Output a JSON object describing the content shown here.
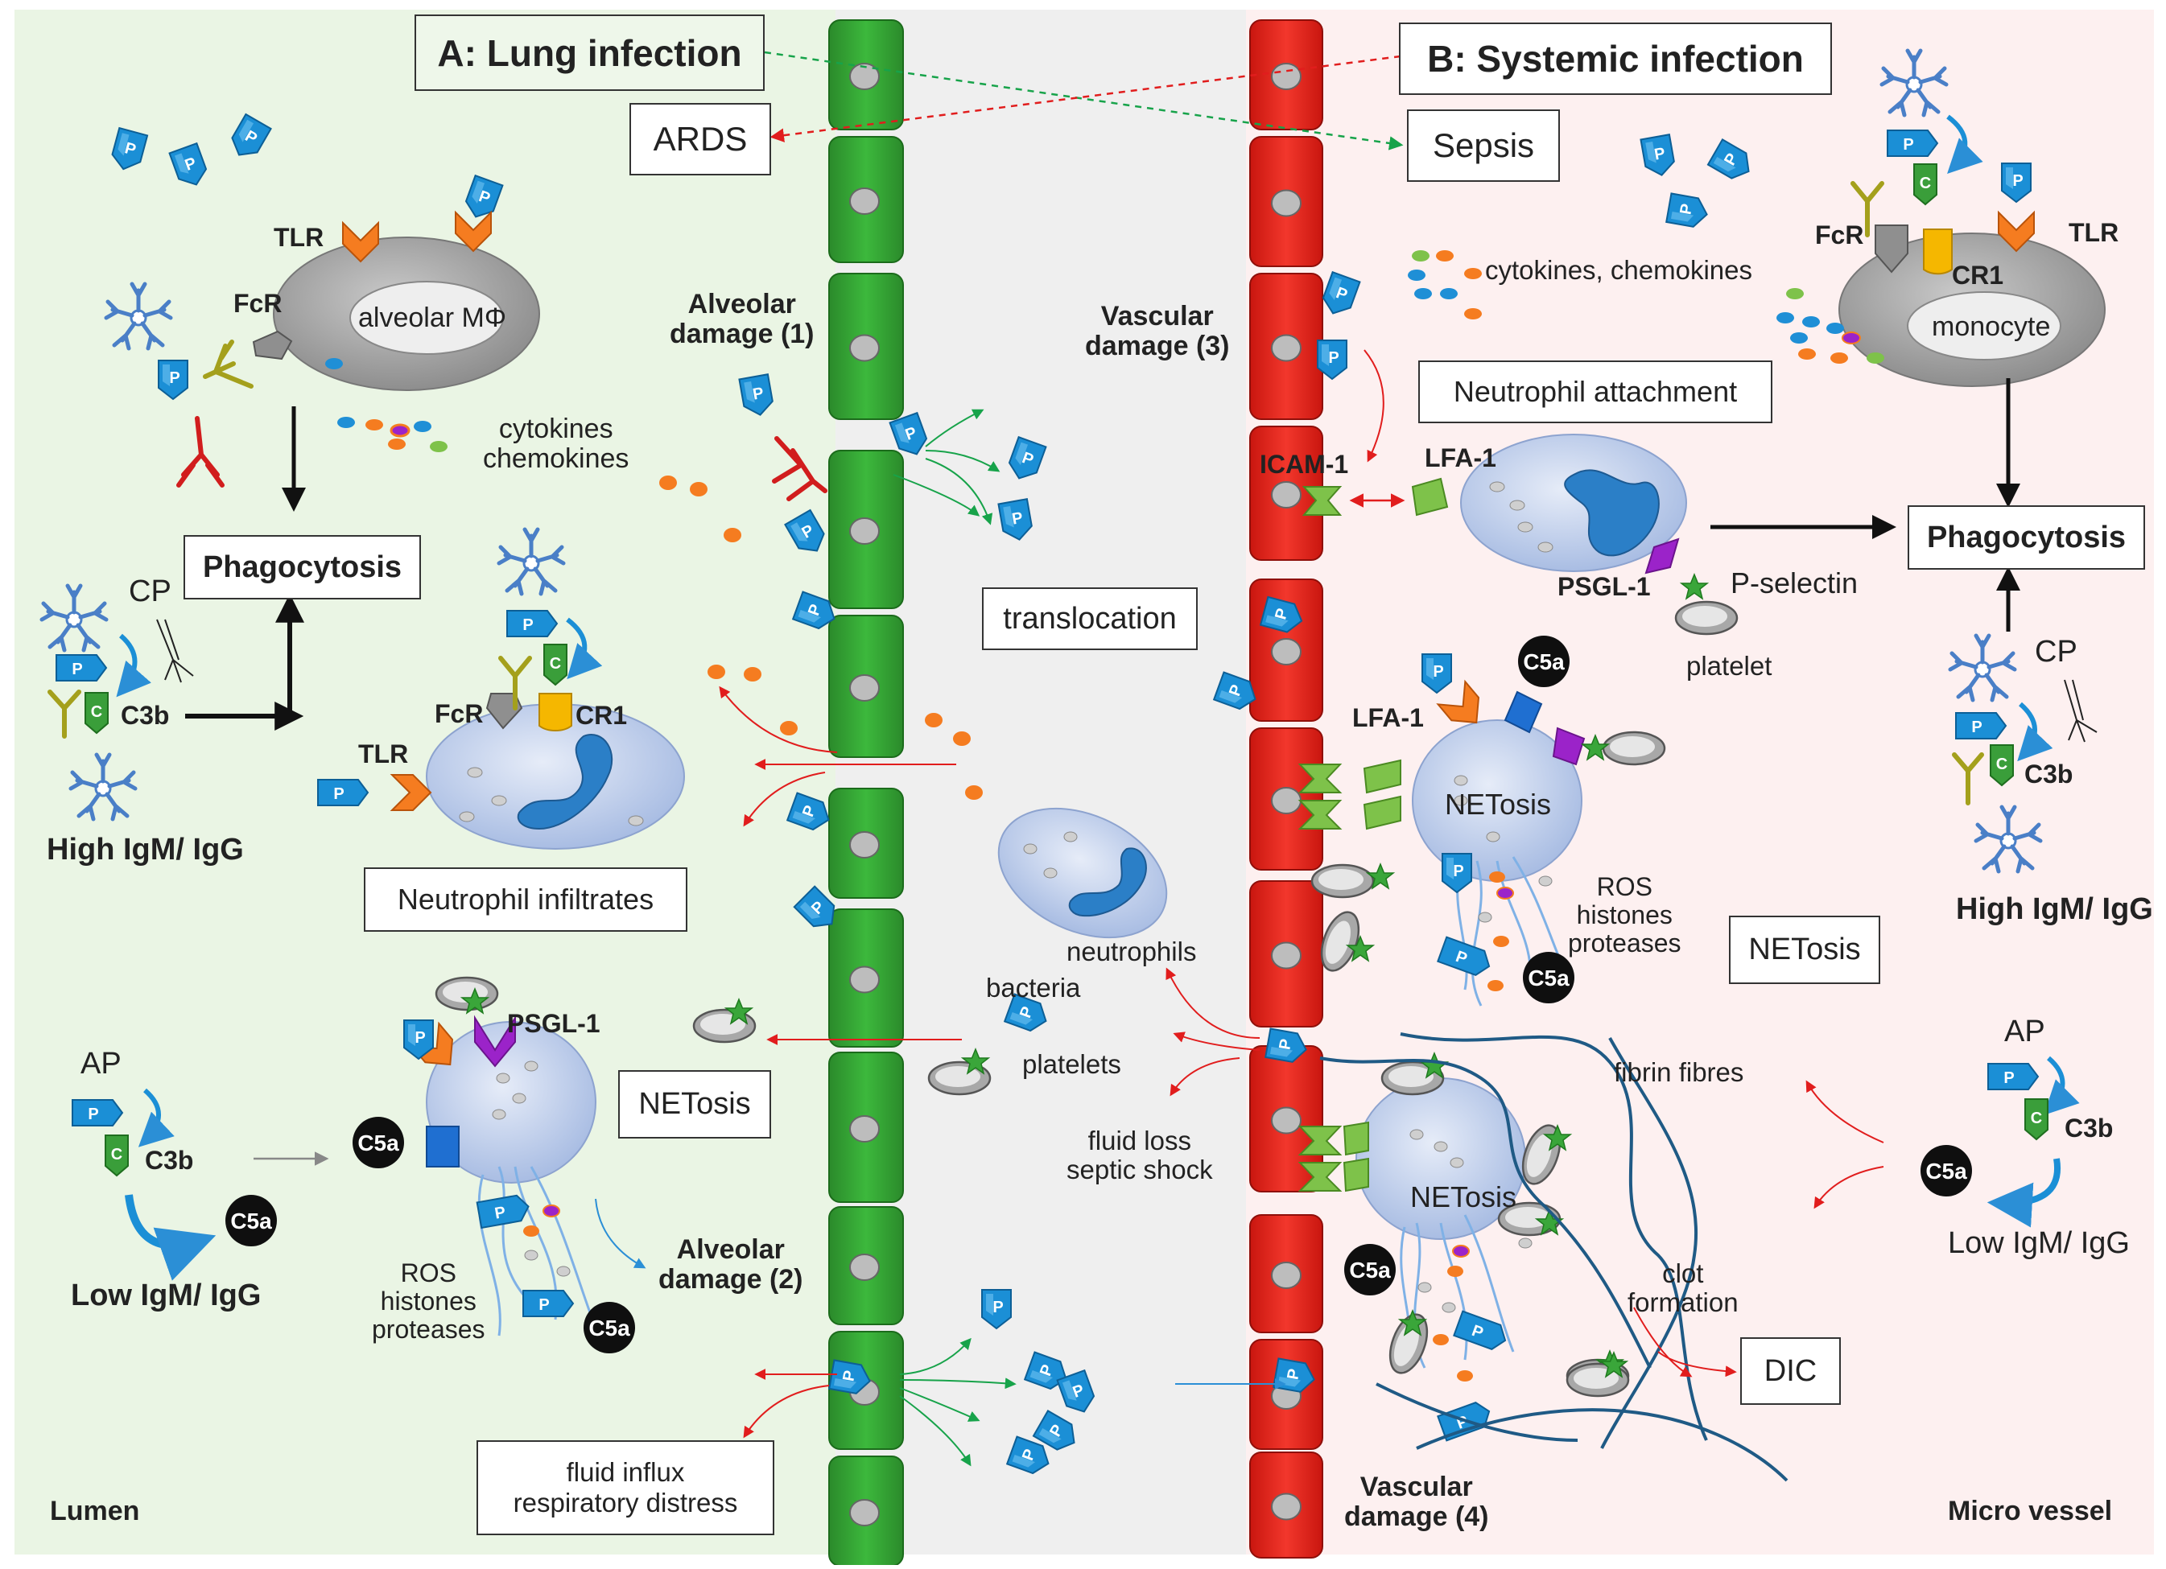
{
  "panels": {
    "lung_title": "A: Lung infection",
    "systemic_title": "B: Systemic infection",
    "lumen": "Lumen",
    "micro_vessel": "Micro vessel"
  },
  "syndromes": {
    "ards": "ARDS",
    "sepsis": "Sepsis",
    "dic": "DIC"
  },
  "damage": {
    "alveolar1": "Alveolar\ndamage (1)",
    "alveolar2": "Alveolar\ndamage (2)",
    "vascular3": "Vascular\ndamage (3)",
    "vascular4": "Vascular\ndamage (4)"
  },
  "labels": {
    "tlr": "TLR",
    "fcr": "FcR",
    "cr1": "CR1",
    "cp": "CP",
    "ap": "AP",
    "c3b": "C3b",
    "c5a": "C5a",
    "p": "P",
    "c": "C",
    "alveolar_macrophage": "alveolar MΦ",
    "monocyte": "monocyte",
    "cytokines_chemokines_lung": "cytokines\nchemokines",
    "cytokines_chemokines_sys": "cytokines, chemokines",
    "phagocytosis": "Phagocytosis",
    "high_igm_igg": "High IgM/ IgG",
    "low_igm_igg": "Low IgM/ IgG",
    "neutrophil_infiltrates": "Neutrophil infiltrates",
    "neutrophil_attachment": "Neutrophil attachment",
    "netosis": "NETosis",
    "psgl1": "PSGL-1",
    "lfa1": "LFA-1",
    "icam1": "ICAM-1",
    "p_selectin": "P-selectin",
    "platelet": "platelet",
    "platelets": "platelets",
    "neutrophils": "neutrophils",
    "bacteria": "bacteria",
    "translocation": "translocation",
    "ros_lung": "ROS\nhistones\nproteases",
    "ros_sys": "ROS\nhistones\nproteases",
    "fluid_loss": "fluid loss\nseptic shock",
    "fluid_influx": "fluid influx\nrespiratory distress",
    "fibrin_fibres": "fibrin fibres",
    "clot_formation": "clot\nformation"
  },
  "colors": {
    "lung_bg": "#eaf5e4",
    "vessel_bg": "#fdf0f0",
    "middle_bg": "#efefef",
    "epithelium": "#2f9e2f",
    "endothelium": "#e8261c",
    "bacteria": "#1b8fd6",
    "neutrophil": "#b9c9e8",
    "arrow_red": "#e11d1d",
    "arrow_green": "#17a34a",
    "arrow_blue": "#2b8fd6",
    "tlr": "#f57c20",
    "psgl": "#9b23c9",
    "cr1": "#f5b700",
    "antibody_olive": "#a4a01c",
    "antibody_red": "#d11d1d",
    "fibrin": "#1f5a85",
    "c5a": "#0f0f0f"
  }
}
